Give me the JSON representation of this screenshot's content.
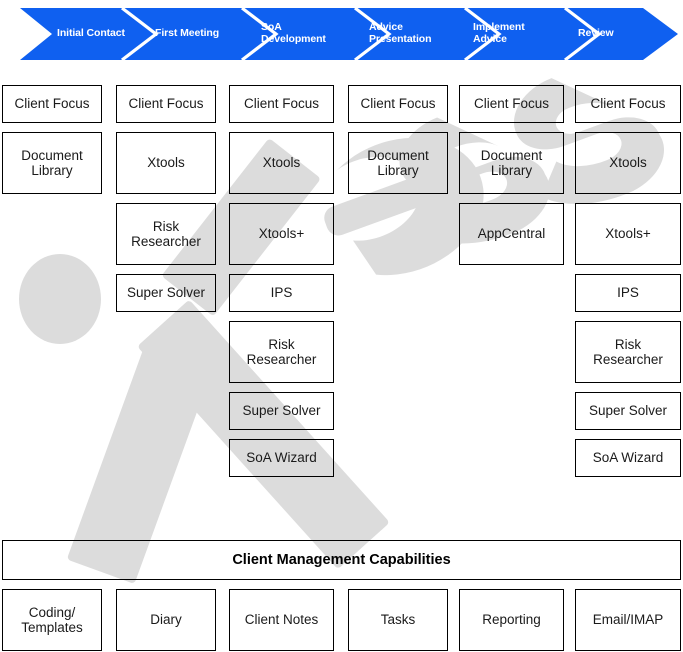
{
  "process_banner": {
    "accent_color": "#0F60F0",
    "label_color": "#ffffff",
    "stages": [
      {
        "label": "Initial Contact"
      },
      {
        "label": "First Meeting"
      },
      {
        "label": "SoA\nDevelopment"
      },
      {
        "label": "Advice\nPresentation"
      },
      {
        "label": "Implement\nAdvice"
      },
      {
        "label": "Review"
      }
    ]
  },
  "watermark": {
    "text": "iress",
    "color": "#dcdcdc"
  },
  "capability_matrix": {
    "columns": [
      {
        "stage": "Initial Contact",
        "boxes": [
          {
            "label": "Client Focus",
            "size": "h1"
          },
          {
            "label": "Document\nLibrary",
            "size": "h2"
          }
        ]
      },
      {
        "stage": "First Meeting",
        "boxes": [
          {
            "label": "Client Focus",
            "size": "h1"
          },
          {
            "label": "Xtools",
            "size": "h2"
          },
          {
            "label": "Risk\nResearcher",
            "size": "h2"
          },
          {
            "label": "Super Solver",
            "size": "h1"
          }
        ]
      },
      {
        "stage": "SoA Development",
        "boxes": [
          {
            "label": "Client Focus",
            "size": "h1"
          },
          {
            "label": "Xtools",
            "size": "h2"
          },
          {
            "label": "Xtools+",
            "size": "h2"
          },
          {
            "label": "IPS",
            "size": "h1"
          },
          {
            "label": "Risk\nResearcher",
            "size": "h2"
          },
          {
            "label": "Super Solver",
            "size": "h1"
          },
          {
            "label": "SoA Wizard",
            "size": "h1"
          }
        ]
      },
      {
        "stage": "Advice Presentation",
        "boxes": [
          {
            "label": "Client Focus",
            "size": "h1"
          },
          {
            "label": "Document\nLibrary",
            "size": "h2"
          }
        ]
      },
      {
        "stage": "Implement Advice",
        "boxes": [
          {
            "label": "Client Focus",
            "size": "h1"
          },
          {
            "label": "Document\nLibrary",
            "size": "h2"
          },
          {
            "label": "AppCentral",
            "size": "h2"
          }
        ]
      },
      {
        "stage": "Review",
        "boxes": [
          {
            "label": "Client Focus",
            "size": "h1"
          },
          {
            "label": "Xtools",
            "size": "h2"
          },
          {
            "label": "Xtools+",
            "size": "h2"
          },
          {
            "label": "IPS",
            "size": "h1"
          },
          {
            "label": "Risk\nResearcher",
            "size": "h2"
          },
          {
            "label": "Super Solver",
            "size": "h1"
          },
          {
            "label": "SoA Wizard",
            "size": "h1"
          }
        ]
      }
    ]
  },
  "client_management": {
    "title": "Client Management Capabilities",
    "items": [
      {
        "label": "Coding/\nTemplates"
      },
      {
        "label": "Diary"
      },
      {
        "label": "Client Notes"
      },
      {
        "label": "Tasks"
      },
      {
        "label": "Reporting"
      },
      {
        "label": "Email/IMAP"
      }
    ]
  }
}
